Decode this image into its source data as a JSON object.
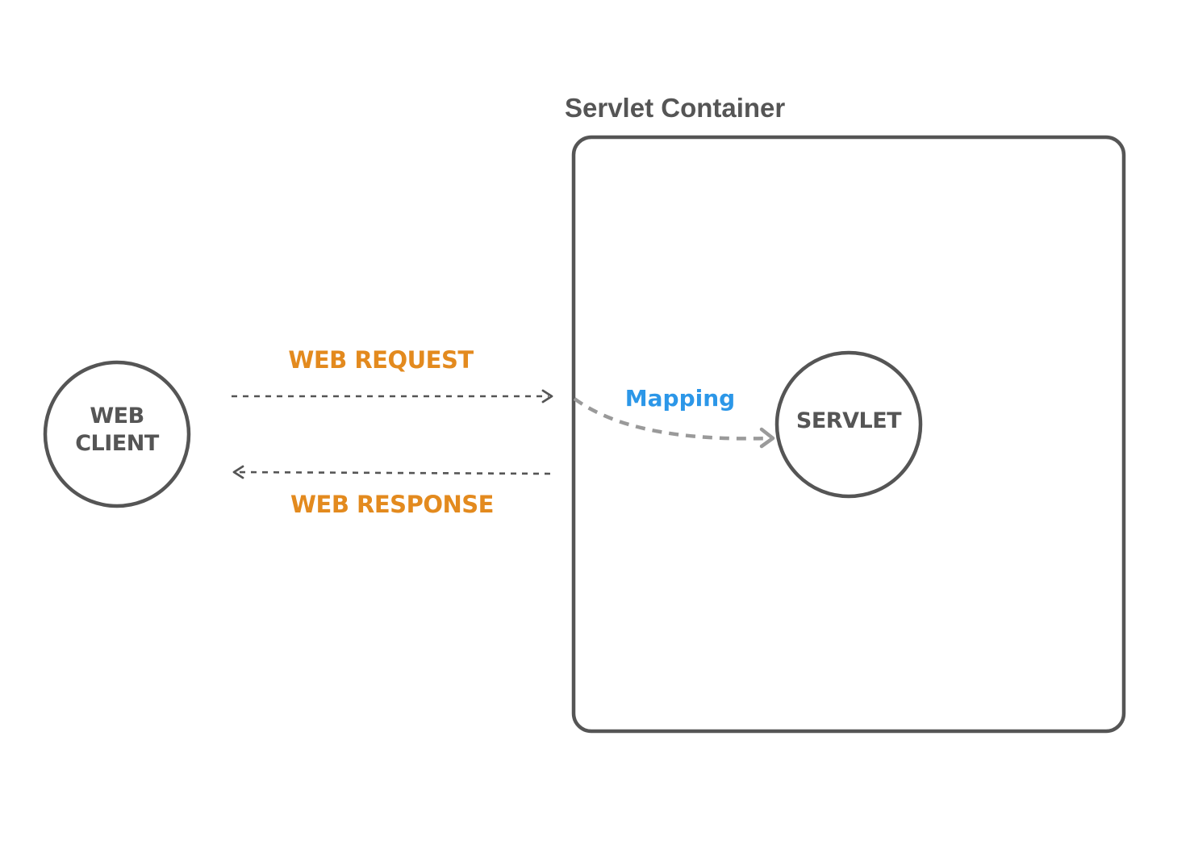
{
  "container": {
    "title": "Servlet Container"
  },
  "web_client": {
    "line1": "WEB",
    "line2": "CLIENT"
  },
  "servlet": {
    "label": "SERVLET"
  },
  "request": {
    "label": "WEB REQUEST"
  },
  "response": {
    "label": "WEB RESPONSE"
  },
  "mapping": {
    "label": "Mapping"
  },
  "colors": {
    "outline": "#555555",
    "flow_label": "#E38A1E",
    "mapping_label": "#2C97E8",
    "mapping_arrow": "#9a9a9a"
  }
}
